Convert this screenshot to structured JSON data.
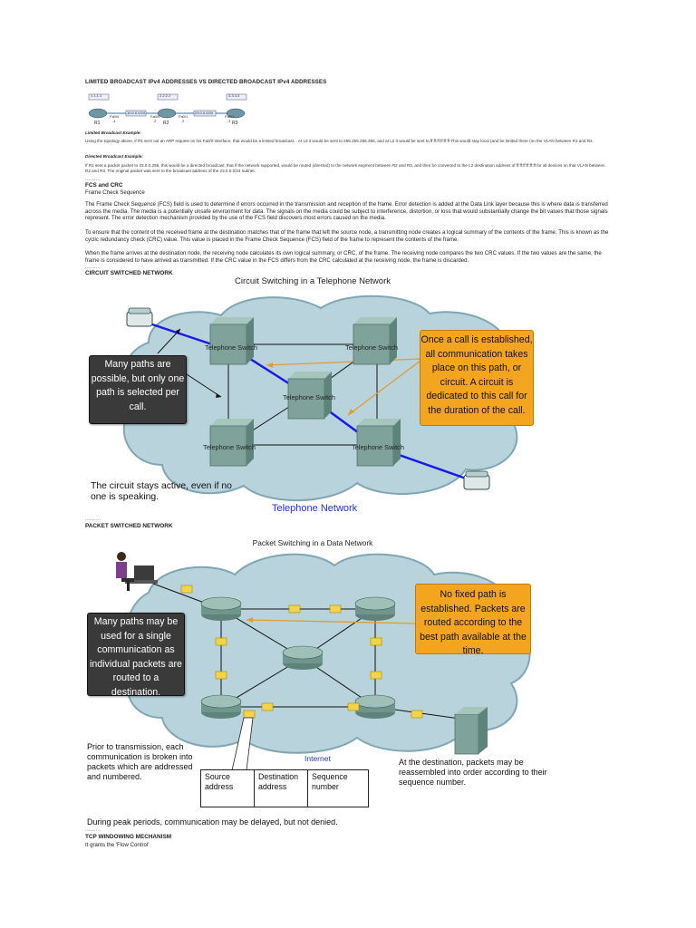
{
  "header": {
    "title": "LIMITED BROADCAST IPv4 ADDRESSES VS DIRECTED BROADCAST IPv4 ADDRESSES"
  },
  "topology": {
    "routers": [
      "R1",
      "R2",
      "R3"
    ],
    "ips": [
      "1.1.1.1",
      "2.2.2.2",
      "3.3.3.3"
    ],
    "subnets": [
      "10.0.0.0/24",
      "23.0.0.0/24"
    ],
    "interfaces": [
      "Fa0/0",
      "Fa0/0",
      "Fa0/1",
      "Fa0/1"
    ],
    "iface_nums": [
      ".1",
      ".2",
      ".2",
      ".3"
    ]
  },
  "limited": {
    "heading": "Limited Broadcast Example:",
    "text": "Using the topology above, if R1 sent out an ARP request on his Fa0/0 interface, that would be a limited broadcast. . At L3 it would be sent to 255.255.255.255, and at L2 it would be sent to ff:ff:ff:ff:ff:ff This would stay local (and be limited there (on the VLAN between R1 and R2."
  },
  "directed": {
    "heading": "Directed Broadcast Example:",
    "text": "If R1 sent a packet packet to 23.0.0.255, this would be a directed broadcast, that if the network supported, would be routed (directed) to the network segment between R2 and R3, and then be converted to the L2 destination address of ff:ff:ff:ff:ff:ff for all devices on that VLAN between R2 and R3. The original packet was sent to the broadcast address of the 23.0.0.0/24 subnet."
  },
  "dots": "..........",
  "fcs": {
    "heading": "FCS and CRC",
    "subheading": "Frame Check Sequence",
    "p1": "The Frame Check Sequence (FCS) field is used to determine if errors occurred in the transmission and reception of the frame. Error detection is added at the Data Link layer because this is where data is transferred across the media. The media is a potentially unsafe environment for data. The signals on the media could be subject to interference, distortion, or loss that would substantially change the bit values that those signals represent. The error detection mechanism provided by the use of the FCS field discovers most errors caused on the media.",
    "p2": "To ensure that the content of the received frame at the destination matches that of the frame that left the source node, a transmitting node creates a logical summary of the contents of the frame. This is known as the cyclic redundancy check (CRC) value. This value is placed in the Frame Check Sequence (FCS) field of the frame to represent the contents of the frame.",
    "p3": "When the frame arrives at the destination node, the receiving node calculates its own logical summary, or CRC, of the frame. The receiving node compares the two CRC values. If the two values are the same, the frame is considered to have arrived as transmitted. If the CRC value in the FCS differs from the CRC calculated at the receiving node, the frame is discarded."
  },
  "circuit": {
    "section": "CIRCUIT SWITCHED NETWORK",
    "title": "Circuit Switching in a Telephone Network",
    "switch_label": "Telephone Switch",
    "left_callout": "Many paths are possible, but only one path is selected per call.",
    "right_callout": "Once a call is established, all communication takes place on this path, or circuit. A circuit is dedicated to this call for the duration of the call.",
    "caption": "The circuit stays active, even if no one is speaking.",
    "network_label": "Telephone Network"
  },
  "packet": {
    "section": "PACKET SWITCHED NETWORK",
    "title": "Packet Switching in a Data Network",
    "left_callout": "Many paths may be used for a single communication as individual packets are routed to a destination.",
    "right_callout": "No fixed path is established. Packets are routed according to the best path available at the time.",
    "caption_left": "Prior to transmission, each communication is broken into packets which are addressed and numbered.",
    "internet_label": "Internet",
    "caption_right": "At the destination, packets may be reassembled into order according to their sequence number.",
    "fields": [
      "Source address",
      "Destination address",
      "Sequence number"
    ],
    "footer": "During peak periods, communication may be delayed, but not denied."
  },
  "tcp": {
    "heading": "TCP WINDOWING MECHANISM",
    "text": "It grants the 'Flow Control'"
  },
  "colors": {
    "cloud": "#b9d3dc",
    "cloud_edge": "#7fa6b3",
    "switch_face": "#7fa39a",
    "orange": "#f3a520",
    "dark": "#3a3a3a",
    "blue_link": "#1a1ae6",
    "arrow": "#e39a2e",
    "envelope": "#f2d34a"
  }
}
